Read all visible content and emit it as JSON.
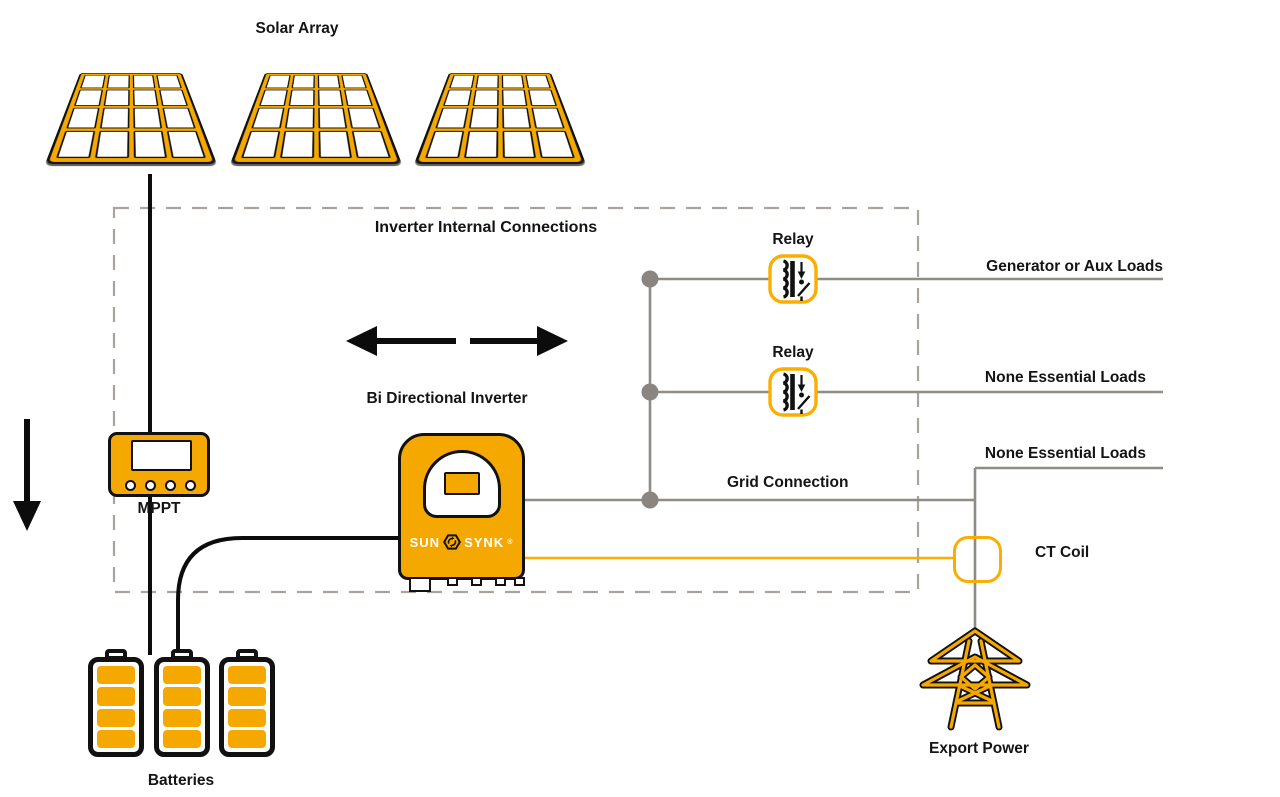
{
  "title": "Inverter Internal Connections",
  "labels": {
    "solar_array": "Solar Array",
    "mppt": "MPPT",
    "bi_directional_inverter": "Bi Directional Inverter",
    "batteries": "Batteries",
    "relay_top": "Relay",
    "relay_mid": "Relay",
    "generator_or_aux_loads": "Generator or Aux Loads",
    "none_essential_loads_1": "None Essential Loads",
    "none_essential_loads_2": "None Essential Loads",
    "grid_connection": "Grid Connection",
    "ct_coil": "CT Coil",
    "export_power": "Export Power"
  },
  "brand": {
    "sun": "SUN",
    "synk": "SYNK",
    "mark": "®"
  },
  "colors": {
    "orange": "#F5A800",
    "accent_orange": "#FAAE00",
    "line_gray": "#8f8b86",
    "junction_gray": "#8a8580",
    "dash_gray": "#a8a39d",
    "ink": "#141414"
  }
}
